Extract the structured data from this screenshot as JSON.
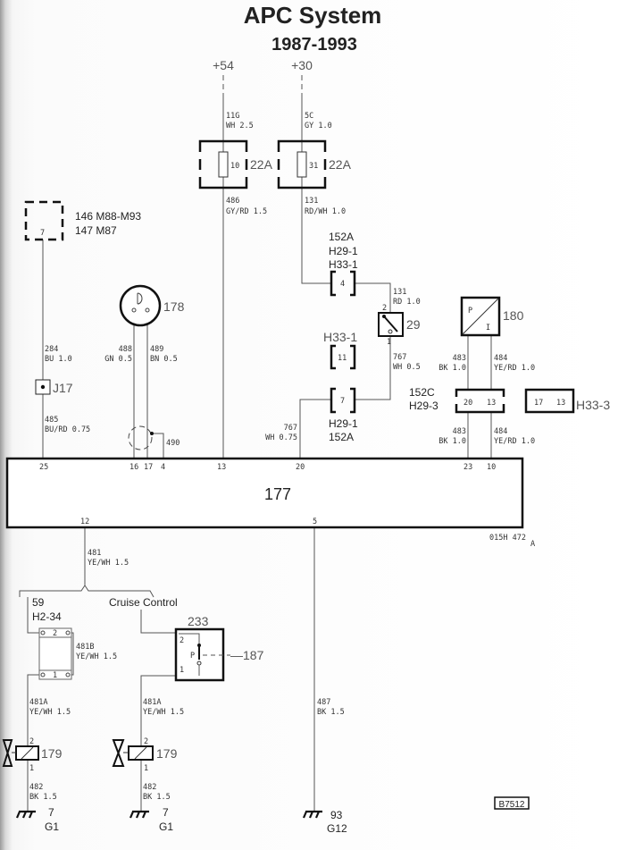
{
  "title": "APC System",
  "subtitle": "1987-1993",
  "supply": {
    "p54": "+54",
    "p30": "+30"
  },
  "wires": {
    "w11g": [
      "11G",
      "WH  2.5"
    ],
    "w5c": [
      "5C",
      "GY  1.0"
    ],
    "w486": [
      "486",
      "GY/RD  1.5"
    ],
    "w131a": [
      "131",
      "RD/WH  1.0"
    ],
    "w131b": [
      "131",
      "RD  1.0"
    ],
    "w767a": [
      "767",
      "WH  0.5"
    ],
    "w767b": [
      "767",
      "WH  0.75"
    ],
    "w483a": [
      "483",
      "BK  1.0"
    ],
    "w484a": [
      "484",
      "YE/RD  1.0"
    ],
    "w483b": [
      "483",
      "BK  1.0"
    ],
    "w484b": [
      "484",
      "YE/RD  1.0"
    ],
    "w284": [
      "284",
      "BU  1.0"
    ],
    "w485": [
      "485",
      "BU/RD  0.75"
    ],
    "w488": [
      "488",
      "GN  0.5"
    ],
    "w489": [
      "489",
      "BN  0.5"
    ],
    "w481": [
      "481",
      "YE/WH  1.5"
    ],
    "w481b": [
      "481B",
      "YE/WH  1.5"
    ],
    "w481a1": [
      "481A",
      "YE/WH  1.5"
    ],
    "w481a2": [
      "481A",
      "YE/WH  1.5"
    ],
    "w482a": [
      "482",
      "BK  1.5"
    ],
    "w482b": [
      "482",
      "BK  1.5"
    ],
    "w487": [
      "487",
      "BK  1.5"
    ]
  },
  "fuses": [
    {
      "num": "10",
      "rating": "22A"
    },
    {
      "num": "31",
      "rating": "22A"
    }
  ],
  "comp146": {
    "line1": "146 M88-M93",
    "line2": "147 M87",
    "pin": "7"
  },
  "conn152a_top": {
    "l1": "152A",
    "l2": "H29-1",
    "l3": "H33-1",
    "pin": "4"
  },
  "switch29": {
    "label": "29",
    "pin2": "2",
    "pin1": "1"
  },
  "h33_1": {
    "label": "H33-1",
    "pin": "11"
  },
  "conn7": {
    "pin": "7",
    "l1": "H29-1",
    "l2": "152A"
  },
  "comp180": {
    "label": "180",
    "p": "P",
    "i": "I"
  },
  "conn152c": {
    "l1": "152C",
    "l2": "H29-3",
    "pin20": "20",
    "pin13": "13"
  },
  "h33_3": {
    "label": "H33-3",
    "pin17": "17",
    "pin13": "13"
  },
  "ecu": {
    "label": "177",
    "pins": {
      "p25": "25",
      "p16": "16",
      "p17": "17",
      "p4": "4",
      "p13": "13",
      "p20": "20",
      "p23": "23",
      "p10": "10",
      "p12": "12",
      "p5": "5"
    },
    "ref": "015H  472",
    "refa": "A"
  },
  "comp178": {
    "label": "178"
  },
  "j17": {
    "label": "J17"
  },
  "comp490": {
    "label": "490"
  },
  "conn59": {
    "l1": "59",
    "l2": "H2-34",
    "pin2": "2",
    "pin1": "1"
  },
  "cruise": {
    "label": "Cruise Control",
    "comp": "233",
    "pin2": "2",
    "pin1": "1",
    "p": "P",
    "ref": "—187"
  },
  "valves": [
    {
      "label": "179",
      "pin2": "2",
      "pin1": "1"
    },
    {
      "label": "179",
      "pin2": "2",
      "pin1": "1"
    }
  ],
  "grounds": [
    {
      "n": "7",
      "g": "G1"
    },
    {
      "n": "7",
      "g": "G1"
    },
    {
      "n": "93",
      "g": "G12"
    }
  ],
  "figure_id": "B7512"
}
